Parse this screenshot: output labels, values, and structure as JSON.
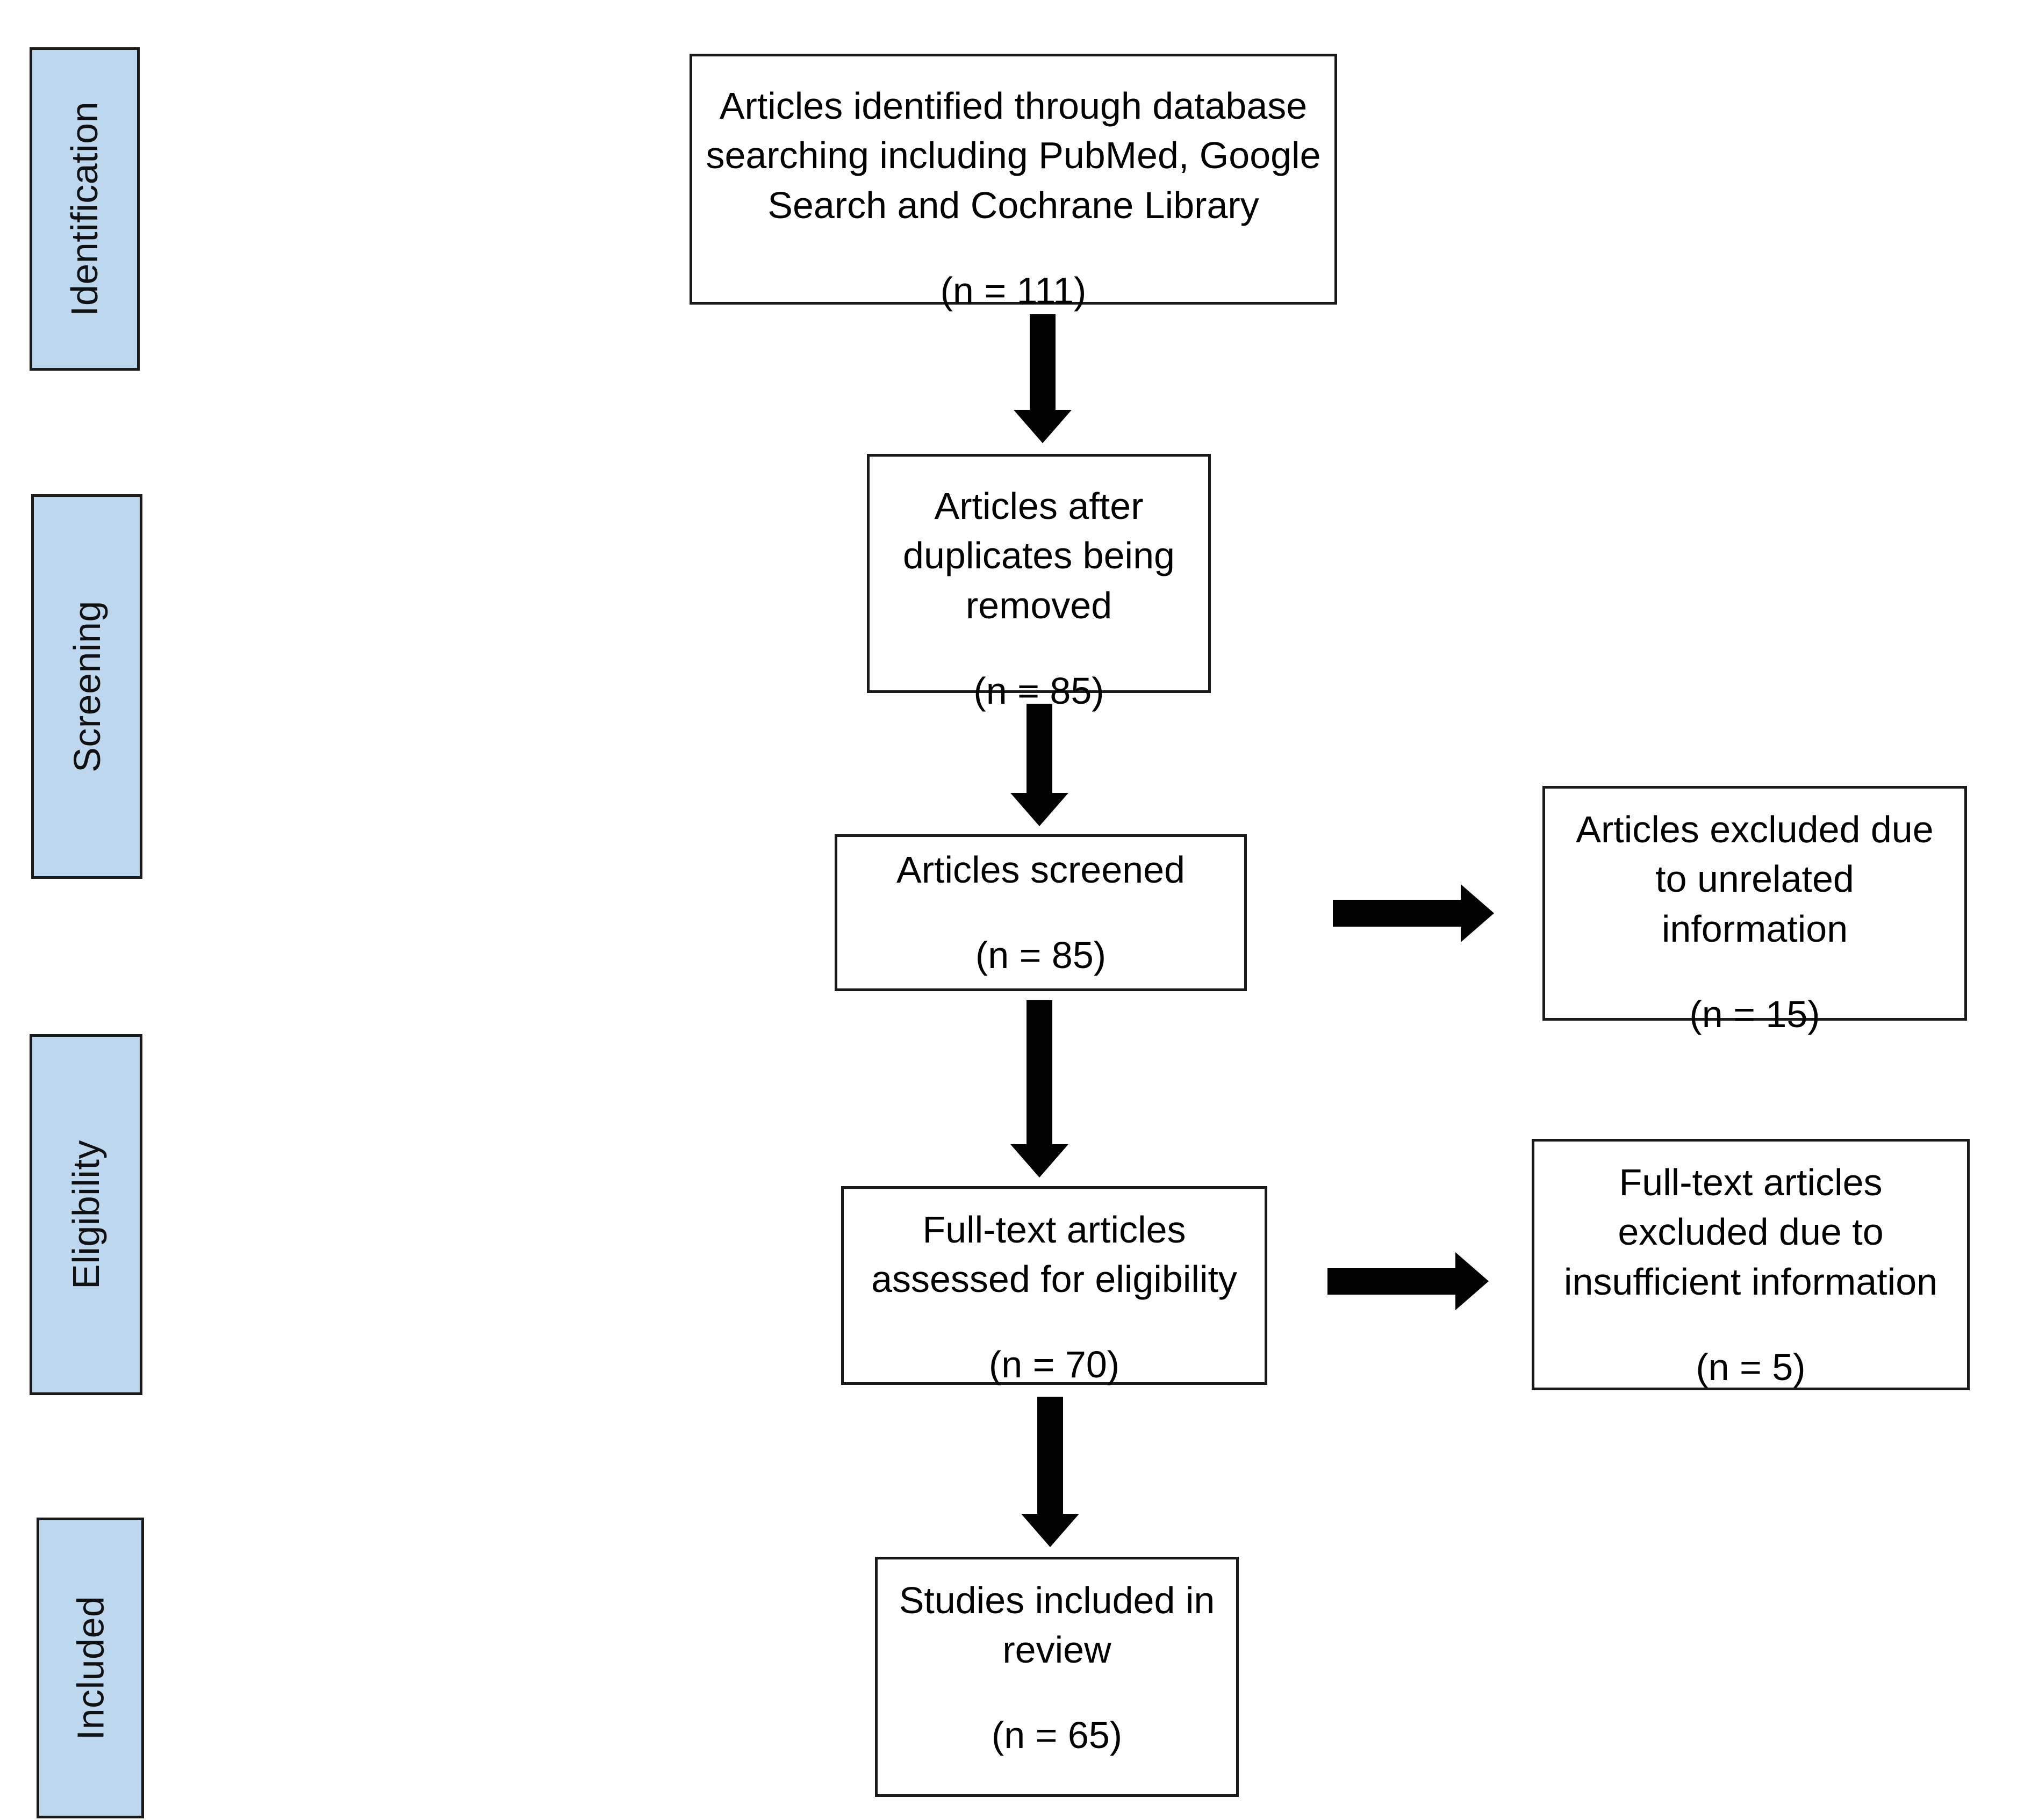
{
  "diagram": {
    "type": "prisma-flow-diagram",
    "title": "PRISMA study selection flow diagram",
    "accent_color": "#bdd7ee",
    "border_color": "#1a1a1a",
    "text_color": "#000000",
    "background_color": "#ffffff"
  },
  "stages": [
    {
      "id": "identification",
      "label": "Identification"
    },
    {
      "id": "screening",
      "label": "Screening"
    },
    {
      "id": "eligibility",
      "label": "Eligibility"
    },
    {
      "id": "included",
      "label": "Included"
    }
  ],
  "nodes": [
    {
      "id": "records-identified",
      "stage": "identification",
      "text": "Articles identified through database searching including PubMed, Google Search and Cochrane Library",
      "count": "(n = 111)",
      "n": 111
    },
    {
      "id": "duplicates-removed",
      "stage": "screening",
      "text": "Articles after duplicates being removed",
      "count": "(n = 85)",
      "n": 85
    },
    {
      "id": "records-screened",
      "stage": "screening",
      "text": "Articles screened",
      "count": "(n = 85)",
      "n": 85
    },
    {
      "id": "records-excluded",
      "stage": "screening",
      "text": "Articles excluded due to unrelated information",
      "count": "(n = 15)",
      "n": 15
    },
    {
      "id": "fulltext-assessed",
      "stage": "eligibility",
      "text": "Full-text articles assessed for eligibility",
      "count": "(n = 70)",
      "n": 70
    },
    {
      "id": "fulltext-excluded",
      "stage": "eligibility",
      "text": "Full-text articles excluded due to insufficient information",
      "count": "(n = 5)",
      "n": 5
    },
    {
      "id": "studies-included",
      "stage": "included",
      "text": "Studies included in review",
      "count": "(n = 65)",
      "n": 65
    }
  ],
  "edges": [
    {
      "id": "e1",
      "from": "records-identified",
      "to": "duplicates-removed",
      "direction": "down"
    },
    {
      "id": "e2",
      "from": "duplicates-removed",
      "to": "records-screened",
      "direction": "down"
    },
    {
      "id": "e3",
      "from": "records-screened",
      "to": "records-excluded",
      "direction": "right"
    },
    {
      "id": "e4",
      "from": "records-screened",
      "to": "fulltext-assessed",
      "direction": "down"
    },
    {
      "id": "e5",
      "from": "fulltext-assessed",
      "to": "fulltext-excluded",
      "direction": "right"
    },
    {
      "id": "e6",
      "from": "fulltext-assessed",
      "to": "studies-included",
      "direction": "down"
    }
  ]
}
